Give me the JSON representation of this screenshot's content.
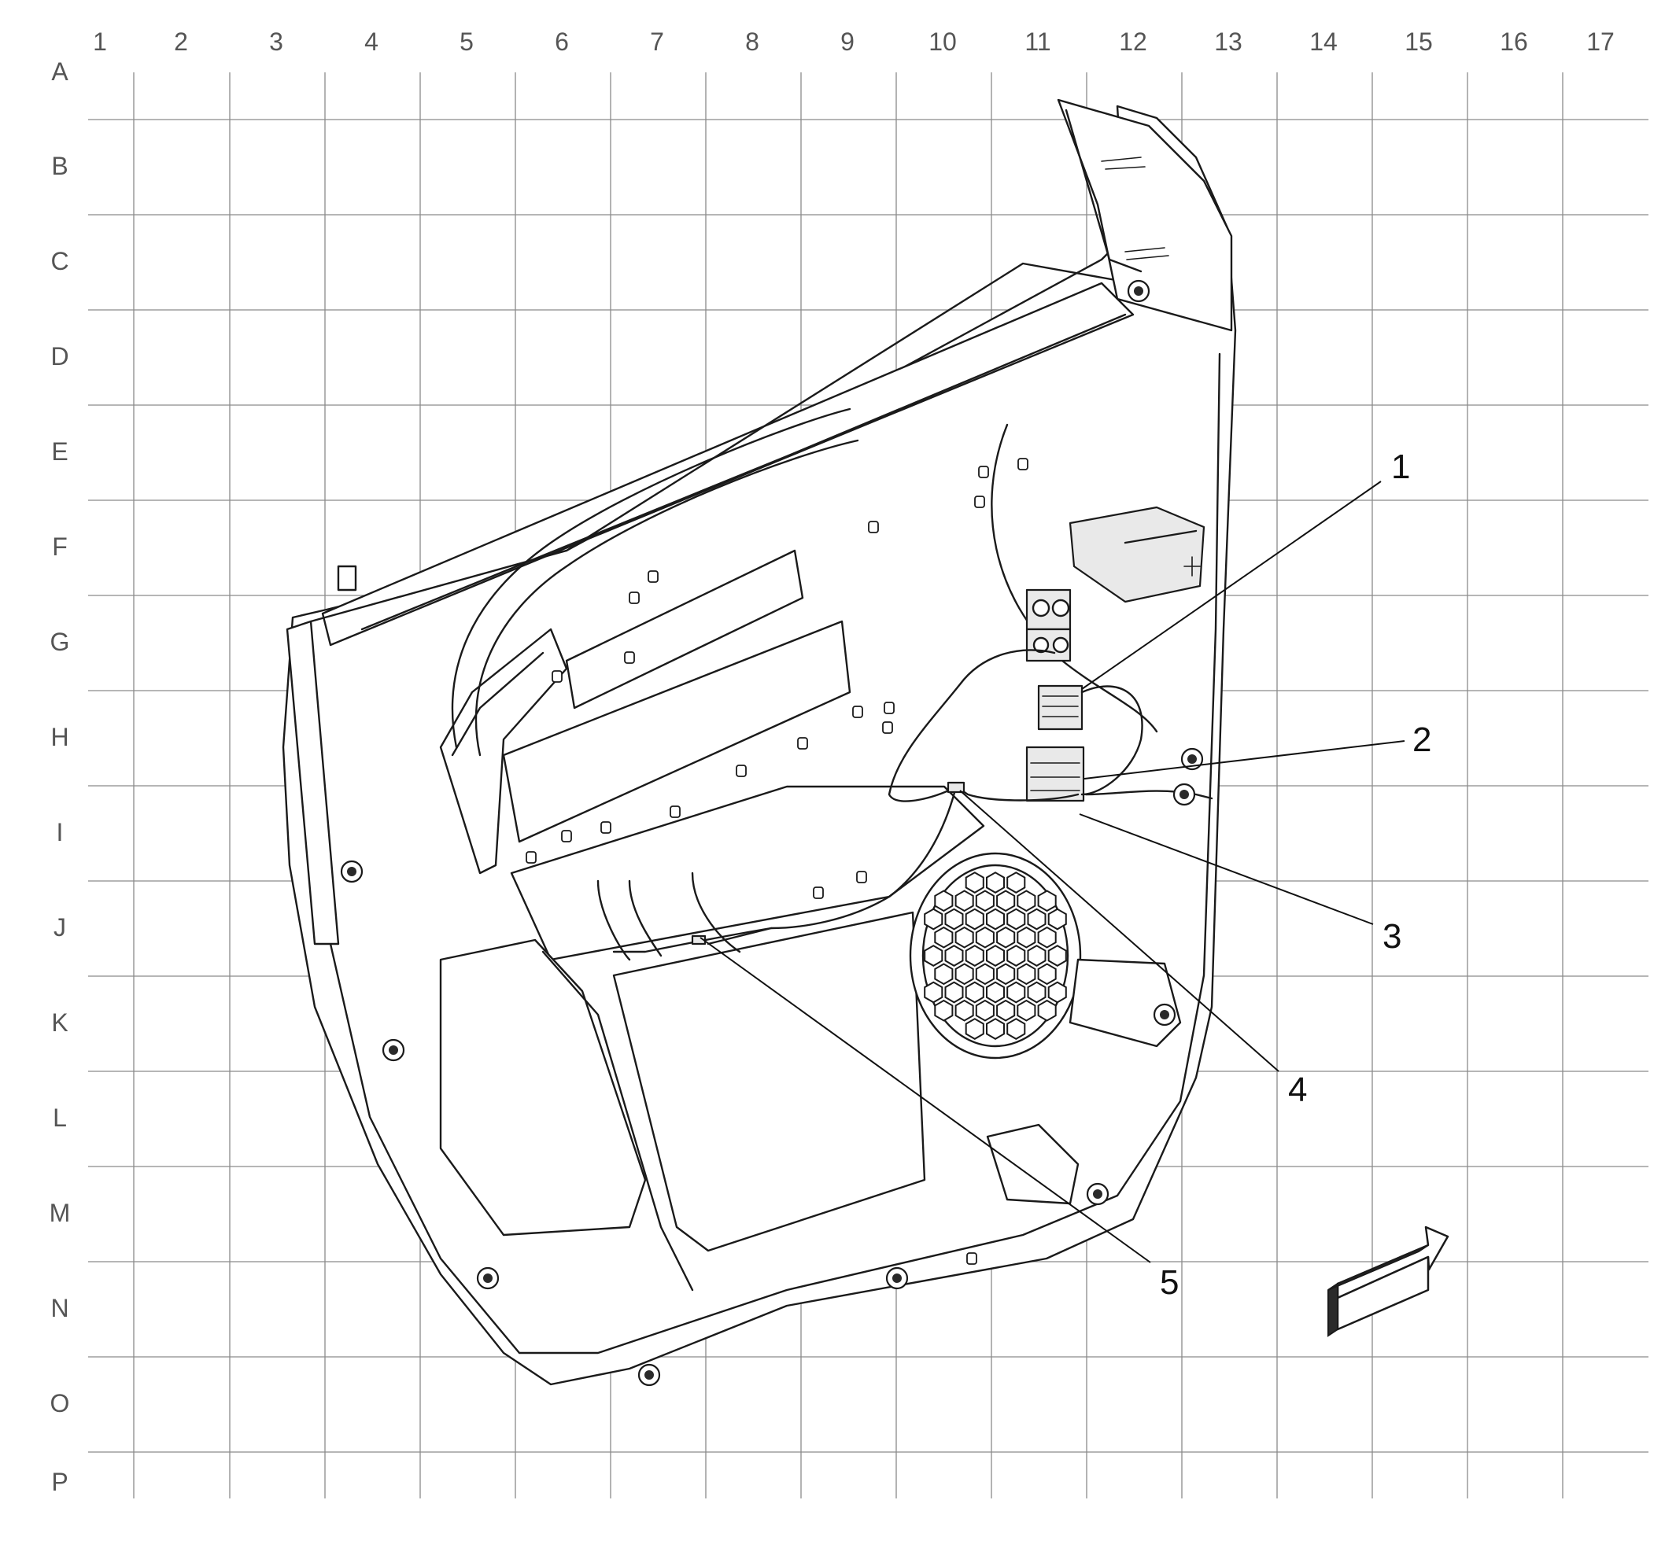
{
  "grid": {
    "columns": [
      "1",
      "2",
      "3",
      "4",
      "5",
      "6",
      "7",
      "8",
      "9",
      "10",
      "11",
      "12",
      "13",
      "14",
      "15",
      "16",
      "17"
    ],
    "rows": [
      "A",
      "B",
      "C",
      "D",
      "E",
      "F",
      "G",
      "H",
      "I",
      "J",
      "K",
      "L",
      "M",
      "N",
      "O",
      "P"
    ]
  },
  "callouts": [
    {
      "label": "1"
    },
    {
      "label": "2"
    },
    {
      "label": "3"
    },
    {
      "label": "4"
    },
    {
      "label": "5"
    }
  ],
  "icons": {
    "direction_arrow": "front-direction-arrow-icon",
    "battery_symbol": "plus-icon"
  },
  "colors": {
    "line": "#1a1a1a",
    "grid": "#8a8a8a",
    "background": "#ffffff"
  }
}
